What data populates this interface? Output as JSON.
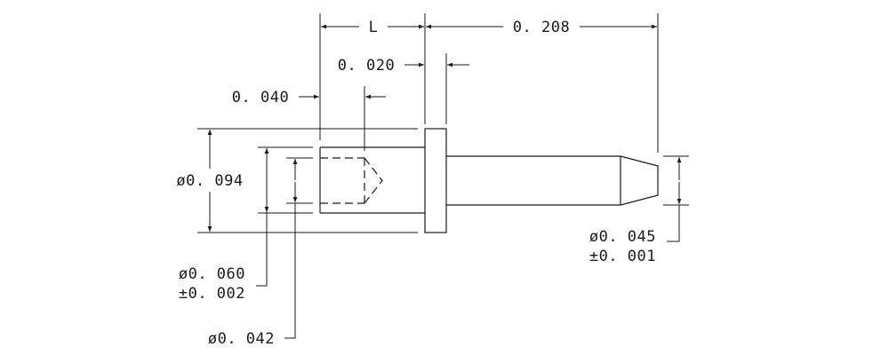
{
  "labels": {
    "length": "L",
    "overall": "0. 208",
    "flange_thickness": "0. 020",
    "hole_depth": "0. 040",
    "flange_diameter": "ø0. 094",
    "pin_diameter": "ø0. 045",
    "pin_tolerance": "±0. 001",
    "bore_diameter": "ø0. 060",
    "bore_tolerance": "±0. 002",
    "inner_diameter": "ø0. 042"
  }
}
